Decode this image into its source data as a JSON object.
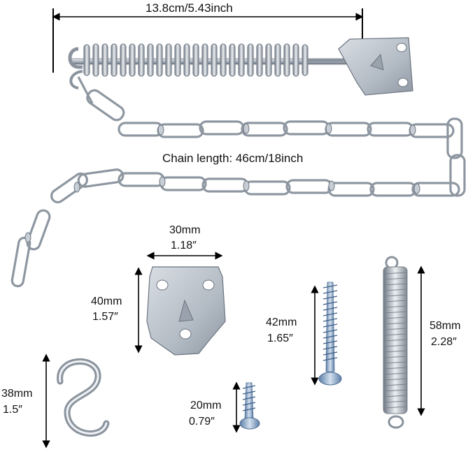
{
  "dimensions": {
    "top_width": "13.8cm/5.43inch",
    "chain_length": "Chain length: 46cm/18inch",
    "bracket_width_mm": "30mm",
    "bracket_width_in": "1.18″",
    "bracket_height_mm": "40mm",
    "bracket_height_in": "1.57″",
    "long_screw_mm": "42mm",
    "long_screw_in": "1.65″",
    "spring_mm": "58mm",
    "spring_in": "2.28″",
    "s_hook_mm": "38mm",
    "s_hook_in": "1.5″",
    "short_screw_mm": "20mm",
    "short_screw_in": "0.79″"
  },
  "colors": {
    "metal": "#b9c0c8",
    "metal_dark": "#6b7480",
    "metal_light": "#eef1f4",
    "dimension_line": "#000000"
  },
  "icons": [
    "door-chain-assembly",
    "mounting-bracket",
    "s-hook",
    "wood-screw",
    "extension-spring"
  ]
}
